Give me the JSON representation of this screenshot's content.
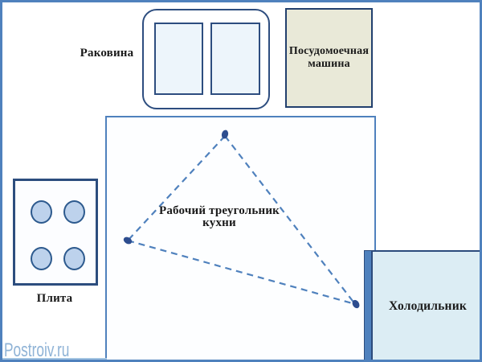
{
  "diagram": {
    "sink": {
      "label": "Раковина",
      "basin_count": 2
    },
    "dishwasher": {
      "label_lines": [
        "Посудомоечная",
        "машина"
      ]
    },
    "stove": {
      "label": "Плита",
      "burner_count": 4
    },
    "fridge": {
      "label": "Холодильник"
    },
    "work_triangle": {
      "label_lines": [
        "Рабочий треугольник",
        "кухни"
      ],
      "vertex_count": 3,
      "line_style": "dashed"
    }
  },
  "watermark": {
    "text": "Postroiv.ru"
  },
  "colors": {
    "frame_blue": "#4f81bd",
    "room_border": "#4f81bd",
    "dark_border": "#2d4d7f",
    "dash_blue": "#4f81bd",
    "dot_navy": "#2d4d8f",
    "burner_fill": "#bdd2ec",
    "sink_basin_fill": "#edf5fb",
    "dishwasher_fill": "#e9e9d8",
    "fridge_fill": "#dcedf4",
    "fridge_strip": "#4f81bd",
    "watermark_blue": "#8fb3d6",
    "label_text": "#1a1a1a"
  }
}
